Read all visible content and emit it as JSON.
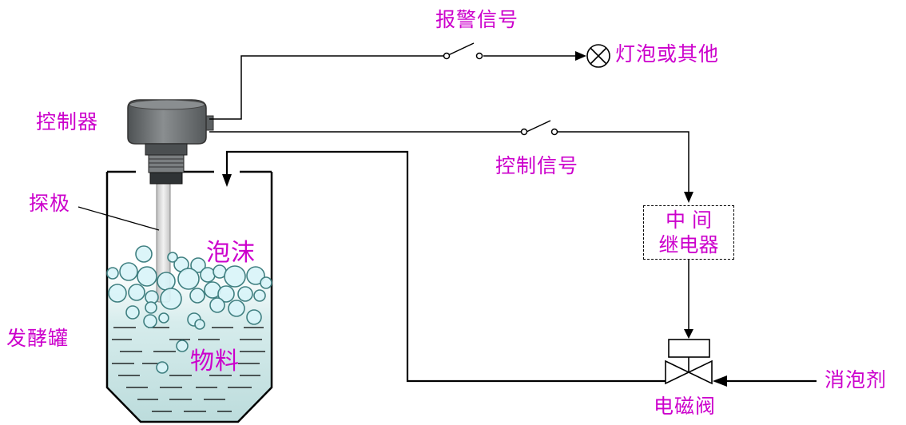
{
  "labels": {
    "alarm_signal": "报警信号",
    "lamp": "灯泡或其他",
    "controller": "控制器",
    "control_signal": "控制信号",
    "probe": "探极",
    "foam": "泡沫",
    "fermenter": "发酵罐",
    "material": "物料",
    "relay_line1": "中  间",
    "relay_line2": "继电器",
    "solenoid_valve": "电磁阀",
    "defoamer": "消泡剂"
  },
  "colors": {
    "label": "#cc00cc",
    "wire": "#000000",
    "liquid": "#cfe8e8",
    "bubble_fill": "#d8f4f8",
    "bubble_stroke": "#4a8a8a",
    "probe_rod": "#dcdcdc",
    "controller_body": "#6f7375"
  },
  "icons": {
    "lamp": "lamp-cross-icon",
    "switch": "switch-icon",
    "valve": "solenoid-valve-icon"
  }
}
